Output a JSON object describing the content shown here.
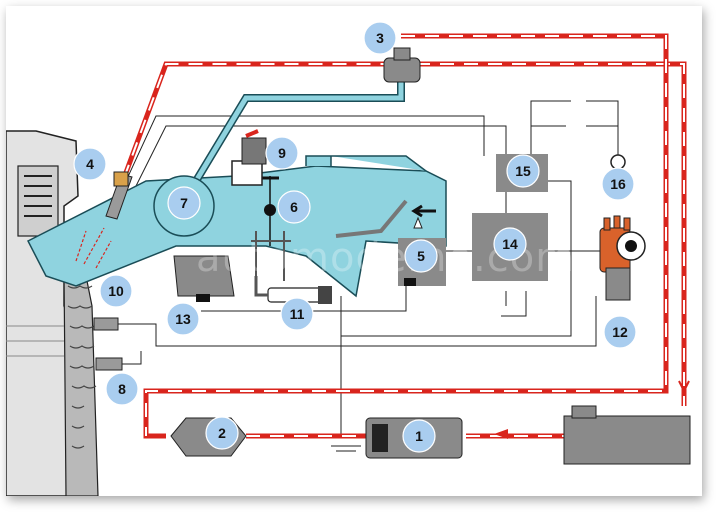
{
  "watermark": "automodeme.com",
  "callouts": [
    {
      "id": "3",
      "label": "3"
    },
    {
      "id": "4",
      "label": "4"
    },
    {
      "id": "9",
      "label": "9"
    },
    {
      "id": "7",
      "label": "7"
    },
    {
      "id": "6",
      "label": "6"
    },
    {
      "id": "15",
      "label": "15"
    },
    {
      "id": "16",
      "label": "16"
    },
    {
      "id": "14",
      "label": "14"
    },
    {
      "id": "5",
      "label": "5"
    },
    {
      "id": "10",
      "label": "10"
    },
    {
      "id": "13",
      "label": "13"
    },
    {
      "id": "11",
      "label": "11"
    },
    {
      "id": "12",
      "label": "12"
    },
    {
      "id": "8",
      "label": "8"
    },
    {
      "id": "2",
      "label": "2"
    },
    {
      "id": "1",
      "label": "1"
    }
  ],
  "colors": {
    "fuel_line": "#d9251d",
    "intake": "#8fd3df",
    "component": "#8a8a8a",
    "callout": "#a9cdef",
    "engine": "#cfcfcf"
  }
}
